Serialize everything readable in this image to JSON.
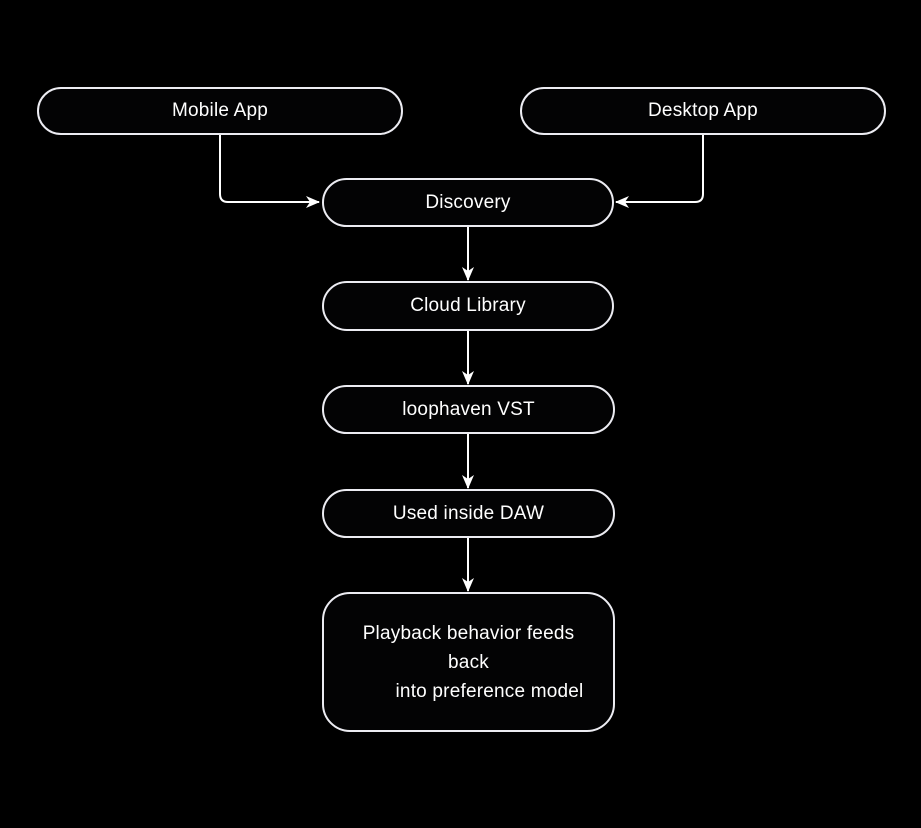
{
  "diagram": {
    "type": "flowchart",
    "direction": "top-down",
    "colors": {
      "background": "#000000",
      "node_border": "#ececf2",
      "node_fill": "#030304",
      "arrow": "#ffffff",
      "text": "#ffffff"
    },
    "nodes": {
      "mobile_app": {
        "label": "Mobile App"
      },
      "desktop_app": {
        "label": "Desktop App"
      },
      "discovery": {
        "label": "Discovery"
      },
      "cloud_library": {
        "label": "Cloud Library"
      },
      "loophaven_vst": {
        "label": "loophaven VST"
      },
      "used_inside_daw": {
        "label": "Used inside DAW"
      },
      "feedback": {
        "label": "Playback behavior feeds back into preference model",
        "lines": [
          "Playback behavior feeds",
          "back",
          "into preference model"
        ]
      }
    },
    "edges": [
      {
        "from": "mobile_app",
        "to": "discovery"
      },
      {
        "from": "desktop_app",
        "to": "discovery"
      },
      {
        "from": "discovery",
        "to": "cloud_library"
      },
      {
        "from": "cloud_library",
        "to": "loophaven_vst"
      },
      {
        "from": "loophaven_vst",
        "to": "used_inside_daw"
      },
      {
        "from": "used_inside_daw",
        "to": "feedback"
      }
    ]
  }
}
